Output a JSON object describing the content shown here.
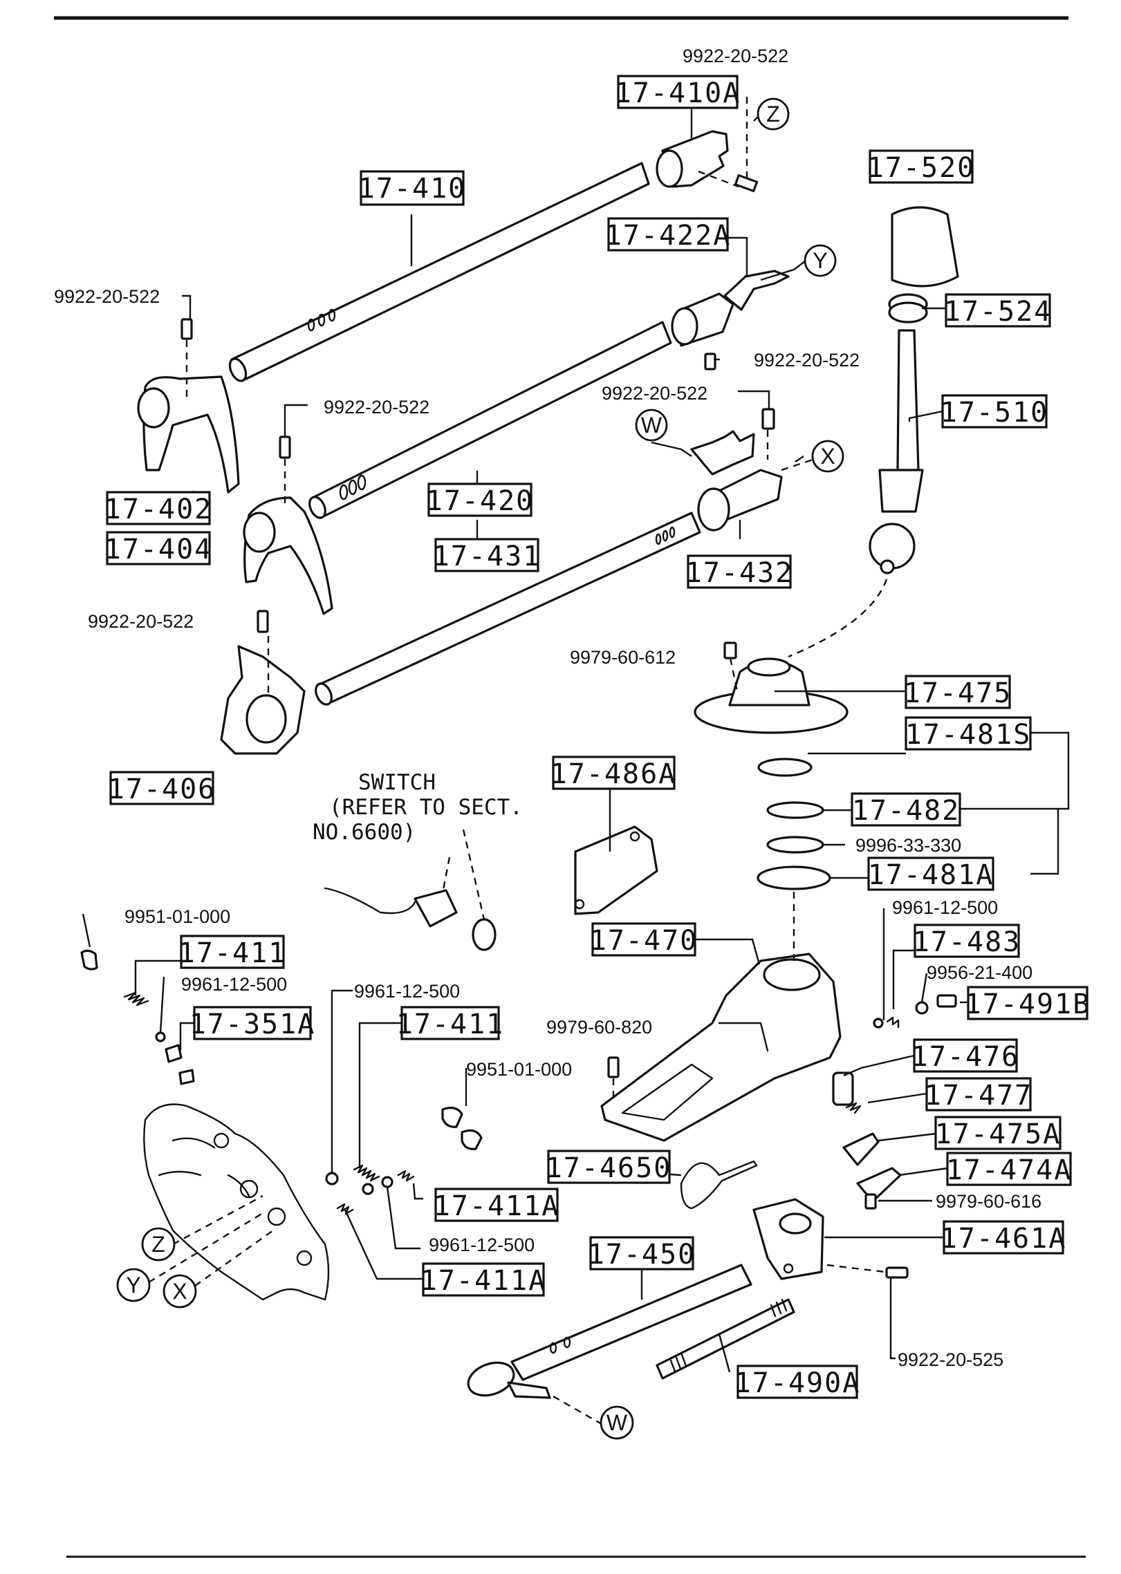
{
  "callouts": {
    "c17_410A": "17-410A",
    "c17_410": "17-410",
    "c17_422A": "17-422A",
    "c17_520": "17-520",
    "c17_524": "17-524",
    "c17_510": "17-510",
    "c17_402": "17-402",
    "c17_404": "17-404",
    "c17_420": "17-420",
    "c17_431": "17-431",
    "c17_432": "17-432",
    "c17_406": "17-406",
    "c17_475": "17-475",
    "c17_481S": "17-481S",
    "c17_482": "17-482",
    "c17_481A": "17-481A",
    "c17_486A": "17-486A",
    "c17_470": "17-470",
    "c17_483": "17-483",
    "c17_491B": "17-491B",
    "c17_411a": "17-411",
    "c17_351A": "17-351A",
    "c17_411b": "17-411",
    "c17_476": "17-476",
    "c17_477": "17-477",
    "c17_475A": "17-475A",
    "c17_474A": "17-474A",
    "c17_4650": "17-4650",
    "c17_411Aa": "17-411A",
    "c17_461A": "17-461A",
    "c17_450": "17-450",
    "c17_411Ab": "17-411A",
    "c17_490A": "17-490A"
  },
  "part_numbers": {
    "p_top": "9922-20-522",
    "p_left": "9922-20-522",
    "p_mid": "9922-20-522",
    "p_422": "9922-20-522",
    "p_x": "9922-20-522",
    "p_406": "9922-20-522",
    "p_612": "9979-60-612",
    "p_330": "9996-33-330",
    "p_500r": "9961-12-500",
    "p_400": "9956-21-400",
    "p_000a": "9951-01-000",
    "p_500a": "9961-12-500",
    "p_500b": "9961-12-500",
    "p_820": "9979-60-820",
    "p_000b": "9951-01-000",
    "p_616": "9979-60-616",
    "p_500c": "9961-12-500",
    "p_525": "9922-20-525"
  },
  "refs": {
    "z1": "Z",
    "y1": "Y",
    "w1": "W",
    "x1": "X",
    "z2": "Z",
    "y2": "Y",
    "x2": "X",
    "w2": "W"
  },
  "switch_note": {
    "line1": "SWITCH",
    "line2": "(REFER TO SECT.",
    "line3": "NO.6600)"
  }
}
